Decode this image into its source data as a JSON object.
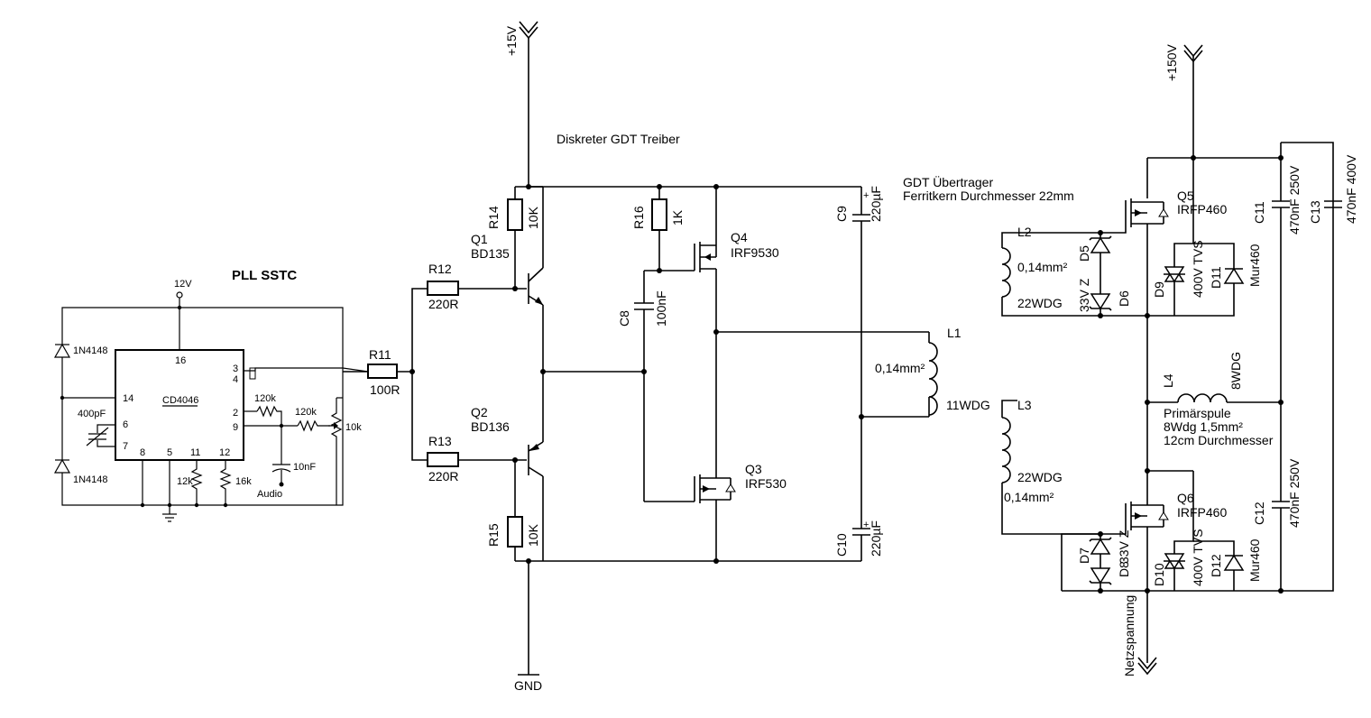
{
  "pll": {
    "title": "PLL SSTC",
    "supply": "12V",
    "ic": "CD4046",
    "pins": {
      "p16": "16",
      "p3": "3",
      "p4": "4",
      "p14": "14",
      "p6": "6",
      "p7": "7",
      "p2": "2",
      "p9": "9",
      "p8": "8",
      "p5": "5",
      "p11": "11",
      "p12": "12"
    },
    "diode_top": "1N4148",
    "diode_bottom": "1N4148",
    "cap_var": "400pF",
    "r_120k_a": "120k",
    "r_120k_b": "120k",
    "pot": "10k",
    "cap_10nf": "10nF",
    "audio": "Audio",
    "r_12k": "12k",
    "r_16k": "16k"
  },
  "driver": {
    "title": "Diskreter GDT Treiber",
    "supply": "+15V",
    "gnd": "GND",
    "r11": {
      "ref": "R11",
      "val": "100R"
    },
    "r12": {
      "ref": "R12",
      "val": "220R"
    },
    "r13": {
      "ref": "R13",
      "val": "220R"
    },
    "r14": {
      "ref": "R14",
      "val": "10K"
    },
    "r15": {
      "ref": "R15",
      "val": "10K"
    },
    "r16": {
      "ref": "R16",
      "val": "1K"
    },
    "q1": {
      "ref": "Q1",
      "val": "BD135"
    },
    "q2": {
      "ref": "Q2",
      "val": "BD136"
    },
    "q3": {
      "ref": "Q3",
      "val": "IRF530"
    },
    "q4": {
      "ref": "Q4",
      "val": "IRF9530"
    },
    "c8": {
      "ref": "C8",
      "val": "100nF"
    },
    "c9": {
      "ref": "C9",
      "val": "220µF"
    },
    "c10": {
      "ref": "C10",
      "val": "220µF"
    },
    "l1": {
      "ref": "L1",
      "wire": "0,14mm²",
      "turns": "11WDG"
    }
  },
  "gdt": {
    "title": "GDT Übertrager",
    "subtitle": "Ferritkern Durchmesser 22mm"
  },
  "bridge": {
    "supply": "+150V",
    "mains": "Netzspannung",
    "l2": {
      "ref": "L2",
      "wire": "0,14mm²",
      "turns": "22WDG"
    },
    "l3": {
      "ref": "L3",
      "wire": "0,14mm²",
      "turns": "22WDG"
    },
    "l4": {
      "ref": "L4",
      "turns": "8WDG"
    },
    "primary": [
      "Primärspule",
      "8Wdg 1,5mm²",
      "12cm Durchmesser"
    ],
    "q5": {
      "ref": "Q5",
      "val": "IRFP460"
    },
    "q6": {
      "ref": "Q6",
      "val": "IRFP460"
    },
    "d5": "D5",
    "d6": "D6",
    "d7": "D7",
    "d8": "D8",
    "zener_top": "33V Z",
    "zener_bottom": "33V Z",
    "d9": "D9",
    "d10": "D10",
    "d11": "D11",
    "d12": "D12",
    "tvs_top": "400V TVS",
    "tvs_bottom": "400V TVS",
    "mur_top": "Mur460",
    "mur_bottom": "Mur460",
    "c11": {
      "ref": "C11",
      "val": "470nF 250V"
    },
    "c12": {
      "ref": "C12",
      "val": "470nF 250V"
    },
    "c13": {
      "ref": "C13",
      "val": "470nF 400V"
    }
  }
}
